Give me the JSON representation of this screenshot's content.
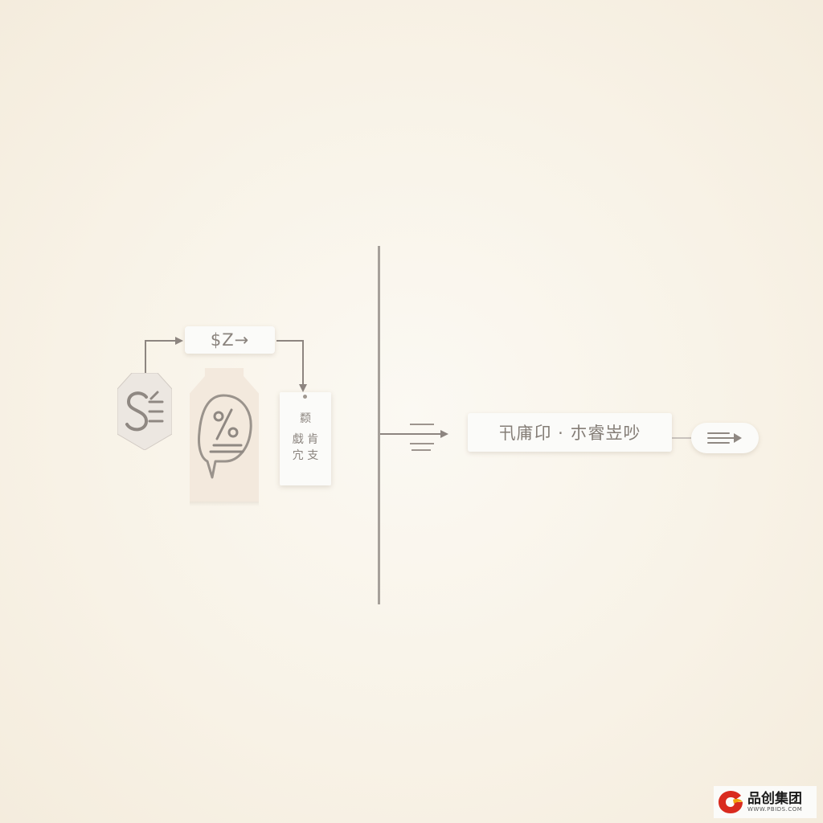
{
  "top_label": "$Z→",
  "price_tag_icon": "price-tag-dollar-icon",
  "discount_icon": "percent-speech-bubble-icon",
  "info_card": {
    "lines": [
      "颣",
      "戱 肯",
      "宂 支"
    ]
  },
  "result_bar": "卂庯卬 · 朩睿岦吵",
  "next_icon": "forward-arrow-icon",
  "watermark": {
    "name": "品创集团",
    "url": "WWW.PBIDS.COM"
  },
  "colors": {
    "background": "#f8f2e6",
    "card": "#fbfbf9",
    "accent_card": "#f3e9dd",
    "line": "#8d8580",
    "text": "#847d76"
  }
}
